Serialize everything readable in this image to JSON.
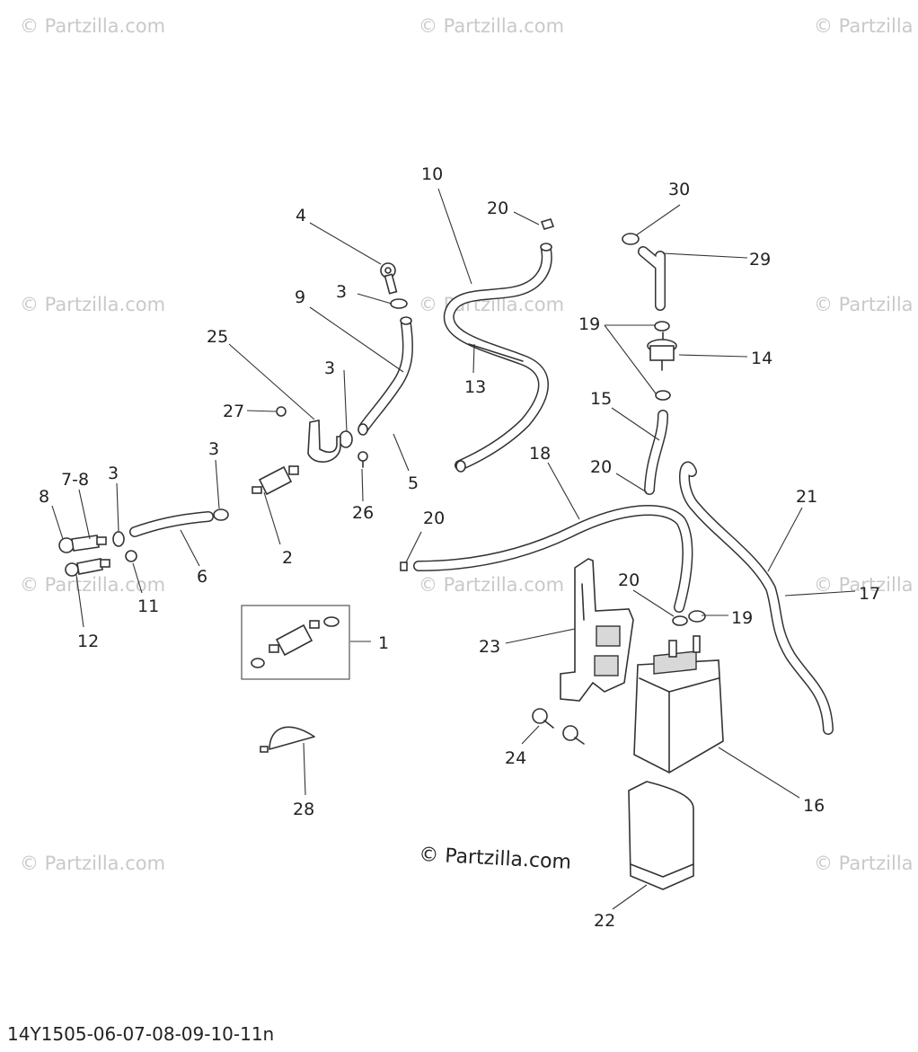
{
  "watermarks": {
    "text": "© Partzilla.com",
    "partial": "© Partzilla"
  },
  "copyright": "© Partzilla.com",
  "diagram_code": "14Y1505-06-07-08-09-10-11n",
  "callouts": {
    "c1": "1",
    "c2": "2",
    "c3a": "3",
    "c3b": "3",
    "c3c": "3",
    "c3d": "3",
    "c4": "4",
    "c5": "5",
    "c6": "6",
    "c78": "7-8",
    "c8": "8",
    "c9": "9",
    "c10": "10",
    "c11": "11",
    "c12": "12",
    "c13": "13",
    "c14": "14",
    "c15": "15",
    "c16": "16",
    "c17": "17",
    "c18": "18",
    "c19a": "19",
    "c19b": "19",
    "c20a": "20",
    "c20b": "20",
    "c20c": "20",
    "c20d": "20",
    "c21": "21",
    "c22": "22",
    "c23": "23",
    "c24": "24",
    "c25": "25",
    "c26": "26",
    "c27": "27",
    "c28": "28",
    "c29": "29",
    "c30": "30"
  }
}
